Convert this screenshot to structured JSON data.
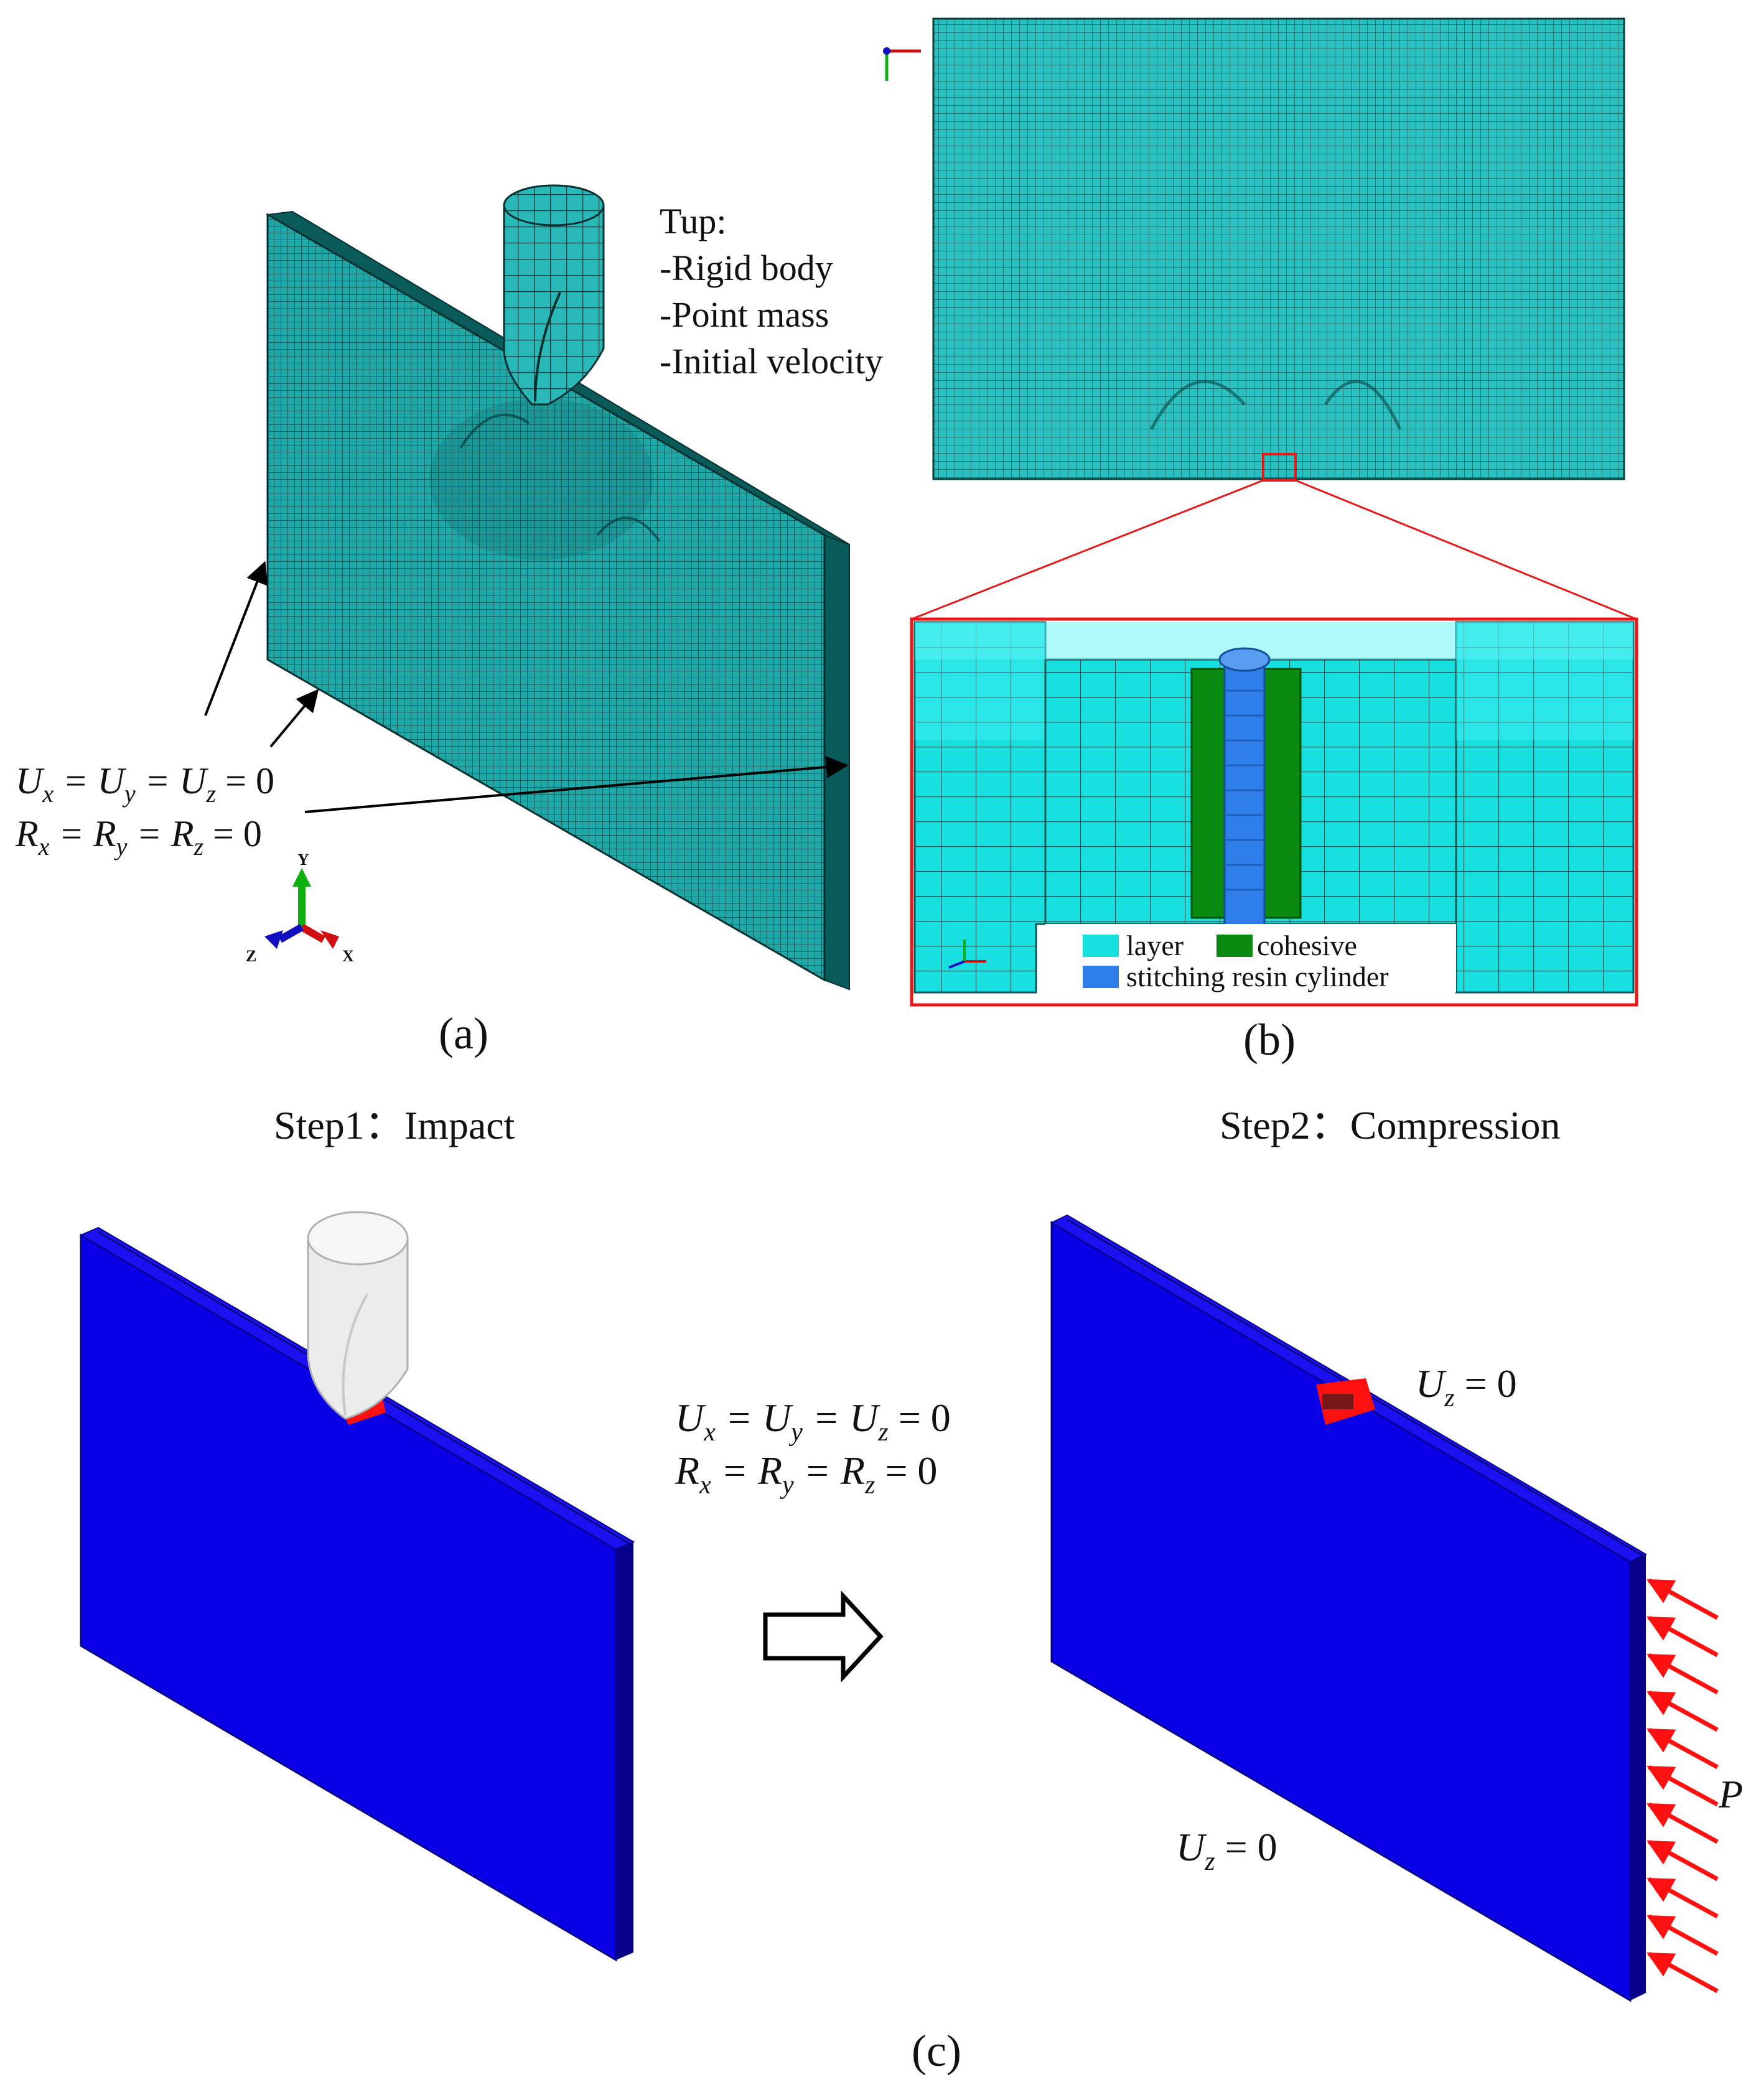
{
  "panel_a": {
    "caption": "(a)",
    "tup_title": "Tup:",
    "tup_props": [
      "-Rigid body",
      "-Point mass",
      "-Initial velocity"
    ],
    "bc": {
      "line1": "U_x = U_y = U_z = 0",
      "line2": "R_x = R_y = R_z = 0"
    },
    "triad": {
      "x": "X",
      "y": "Y",
      "z": "Z"
    }
  },
  "panel_b": {
    "caption": "(b)",
    "legend": [
      {
        "label": "layer",
        "color": "#18e0e0"
      },
      {
        "label": "cohesive",
        "color": "#0a8a10"
      },
      {
        "label": "stitching resin cylinder",
        "color": "#2f7de8"
      }
    ]
  },
  "panel_c": {
    "caption": "(c)",
    "step1": "Step1：Impact",
    "step2": "Step2：Compression",
    "bc_line1": "U_x = U_y = U_z = 0",
    "bc_line2": "R_x = R_y = R_z = 0",
    "uz_top": "U_z = 0",
    "uz_bottom": "U_z = 0",
    "load": "P"
  },
  "colors": {
    "mesh": "#1fa8a8",
    "mesh_line": "#0d4e4e",
    "plate_blue": "#0a00e6",
    "plate_edge": "#06008a",
    "zoom_box": "#e81818",
    "load_arrow": "#ff1010"
  }
}
